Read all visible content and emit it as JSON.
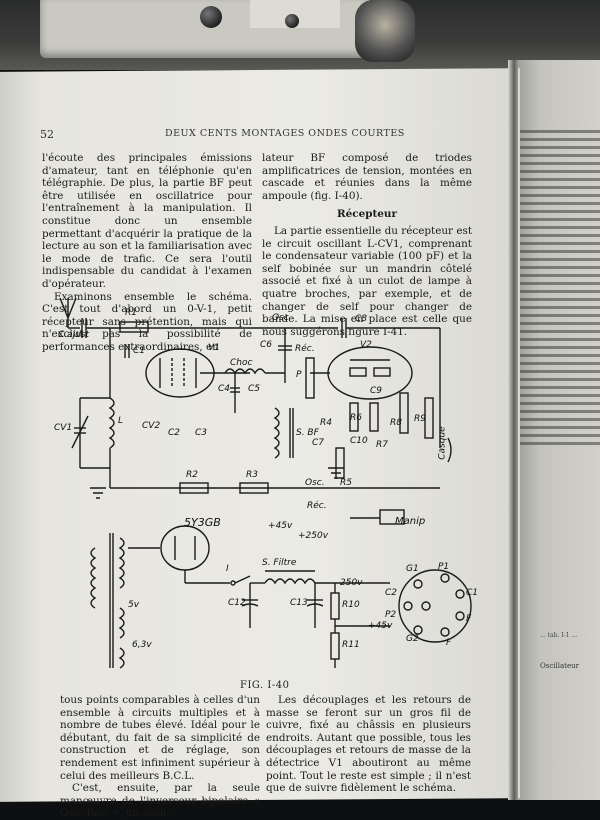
{
  "page_number": "52",
  "running_title": "DEUX CENTS MONTAGES ONDES COURTES",
  "left_column": [
    "l'écoute des principales émissions d'amateur, tant en téléphonie qu'en télégraphie. De plus, la partie BF peut être utilisée en oscillatrice pour l'entraînement à la manipulation. Il constitue donc un ensemble permettant d'acquérir la pratique de la lecture au son et la familiarisation avec le mode de trafic. Ce sera l'outil indispensable du candidat à l'examen d'opérateur.",
    "Examinons ensemble le schéma. C'est tout d'abord un 0-V-1, petit récepteur sans prétention, mais qui n'exclut pas la possibilité de performances extraordinaires, en"
  ],
  "right_column": {
    "intro": "lateur BF composé de triodes amplificatrices de tension, montées en cascade et réunies dans la même ampoule (fig. I-40).",
    "heading": "Récepteur",
    "body": "La partie essentielle du récepteur est le circuit oscillant L-CV1, comprenant le condensateur variable (100 pF) et la self bobinée sur un mandrin côtelé associé et fixé à un culot de lampe à quatre broches, par exemple, et de changer de self pour changer de bande. La mise en place est celle que nous suggérons figure I-41."
  },
  "figure_caption": "FIG. I-40",
  "bottom_left": [
    "tous points comparables à celles d'un ensemble à circuits multiples et à nombre de tubes élevé. Idéal pour le débutant, du fait de sa simplicité de construction et de réglage, son rendement est infiniment supérieur à celui des meilleurs B.C.L.",
    "C'est, ensuite, par la seule manœuvre de l'inverseur bipolaire « Osc.-Réc. », un oscil-"
  ],
  "bottom_right": "Les découplages et les retours de masse se feront sur un gros fil de cuivre, fixé au châssis en plusieurs endroits. Autant que possible, tous les découplages et retours de masse de la détectrice V1 aboutiront au même point. Tout le reste est simple ; il n'est que de suivre fidèlement le schéma.",
  "schematic_labels": {
    "c_ajust": "C.ajust",
    "r1": "R1",
    "c1": "C1",
    "v1": "V1",
    "choc": "Choc",
    "c6": "C6",
    "c8": "C8",
    "osc_top": "Osc",
    "rec_top": "Réc.",
    "v2": "V2",
    "p": "P",
    "c4": "C4",
    "c5": "C5",
    "c9": "C9",
    "cv1": "CV1",
    "l": "L",
    "cv2": "CV2",
    "c2": "C2",
    "c3": "C3",
    "sbf": "S. BF",
    "r4": "R4",
    "c7": "C7",
    "r6": "R6",
    "c10": "C10",
    "r7": "R7",
    "r8": "R8",
    "r9": "R9",
    "casque": "Casque",
    "r2": "R2",
    "r3": "R3",
    "r5": "R5",
    "osc_bot": "Osc.",
    "rec_bot": "Réc.",
    "manip": "Manip",
    "plus45": "+45v",
    "plus250": "+250v",
    "tube": "5Y3GB",
    "i": "I",
    "s_filtre": "S. Filtre",
    "v250": "250v",
    "c12": "C12",
    "c13": "C13",
    "r10": "R10",
    "plus45b": "+45v",
    "r11": "R11",
    "v5": "5v",
    "v63": "6,3v",
    "g1": "G1",
    "p1": "P1",
    "c2b": "C2",
    "c1b": "C1",
    "p2": "P2",
    "f1": "F",
    "g2": "G2",
    "f2": "F"
  },
  "right_page_fragments": [
    "... tab. I-1 ...",
    "Oscillateur"
  ]
}
